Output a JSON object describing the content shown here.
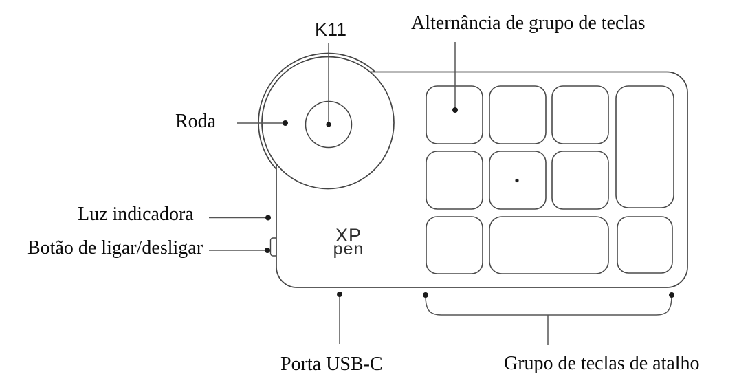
{
  "device": {
    "model_label": "K11",
    "brand_line1": "XP",
    "brand_line2": "pen"
  },
  "labels": {
    "wheel": "Roda",
    "key_group_toggle": "Alternância de grupo de teclas",
    "indicator_light": "Luz indicadora",
    "power_button": "Botão de ligar/desligar",
    "usb_port": "Porta USB-C",
    "shortcut_key_group": "Grupo de teclas de atalho"
  },
  "colors": {
    "background": "#ffffff",
    "device_outline": "#454545",
    "leader_line": "#555555",
    "label_text": "#0b0b0b",
    "dot": "#1a1a1a"
  }
}
